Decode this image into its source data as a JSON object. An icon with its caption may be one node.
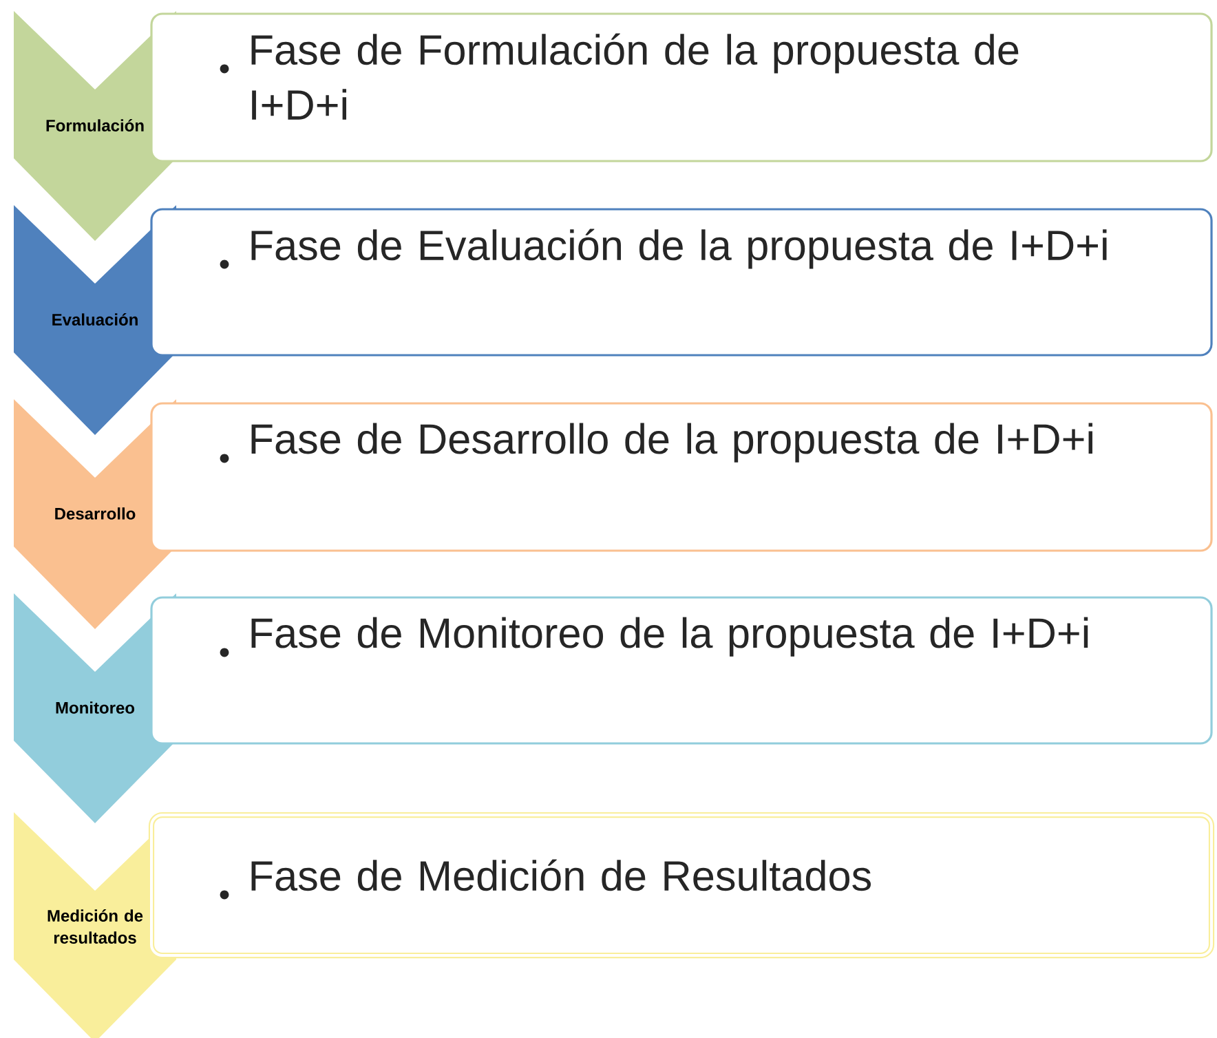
{
  "diagram": {
    "nodes": [
      {
        "text": [
          "Formulación"
        ]
      },
      {
        "text": [
          "Fase de Formulación de la propuesta de I+D+i"
        ]
      },
      {
        "text": [
          "Evaluación"
        ]
      },
      {
        "text": [
          "Fase de Evaluación de la propuesta de I+D+i"
        ]
      },
      {
        "text": [
          "Desarrollo"
        ]
      },
      {
        "text": [
          "Fase de Desarrollo de la propuesta de I+D+i"
        ]
      },
      {
        "text": [
          "Monitoreo"
        ]
      },
      {
        "text": [
          "Fase de Monitoreo de la propuesta de I+D+i"
        ]
      },
      {
        "text": [
          "Medición de resultados"
        ]
      },
      {
        "text": [
          "Fase de Medición de Resultados"
        ]
      }
    ]
  }
}
